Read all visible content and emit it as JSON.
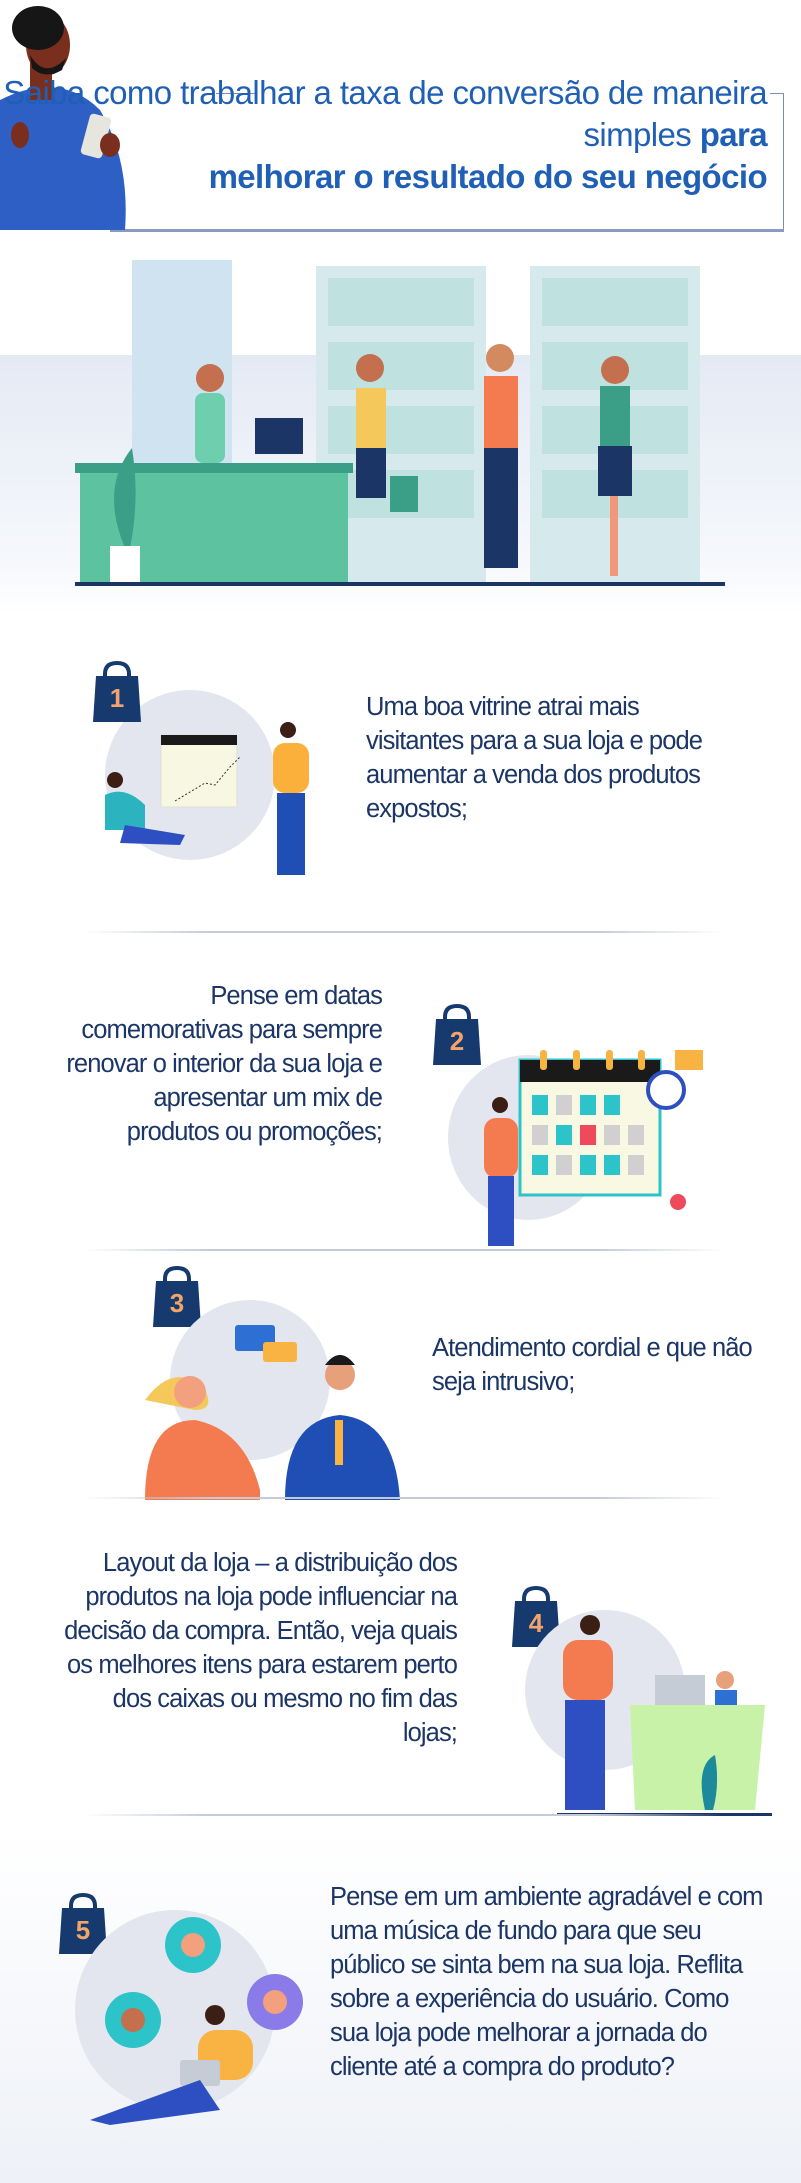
{
  "header": {
    "title_regular": "Saiba como trabalhar a taxa de conversão de maneira simples",
    "title_bold_1": "para",
    "title_bold_2": "melhorar o resultado do seu negócio"
  },
  "tips": [
    {
      "number": "1",
      "text": "Uma boa vitrine atrai mais visitantes para a sua loja e pode aumentar a venda dos produtos expostos;"
    },
    {
      "number": "2",
      "text": "Pense em datas comemorativas para sempre renovar o interior da sua loja e apresentar um mix de produtos ou promoções;"
    },
    {
      "number": "3",
      "text": "Atendimento cordial e que não seja intrusivo;"
    },
    {
      "number": "4",
      "text": "Layout da loja – a distribuição dos produtos na loja pode influenciar na decisão da compra. Então, veja quais os melhores itens para estarem perto dos caixas ou mesmo no fim das lojas;"
    },
    {
      "number": "5",
      "text": "Pense em um ambiente agradável e com uma música de fundo para que seu público se sinta bem na sua loja. Reflita sobre a experiência do usuário. Como sua loja pode melhorar a jornada do cliente até a compra do produto?"
    }
  ],
  "colors": {
    "title": "#1f5fb5",
    "text": "#1b3566",
    "bag": "#163a6e",
    "number": "#f4a46a"
  }
}
